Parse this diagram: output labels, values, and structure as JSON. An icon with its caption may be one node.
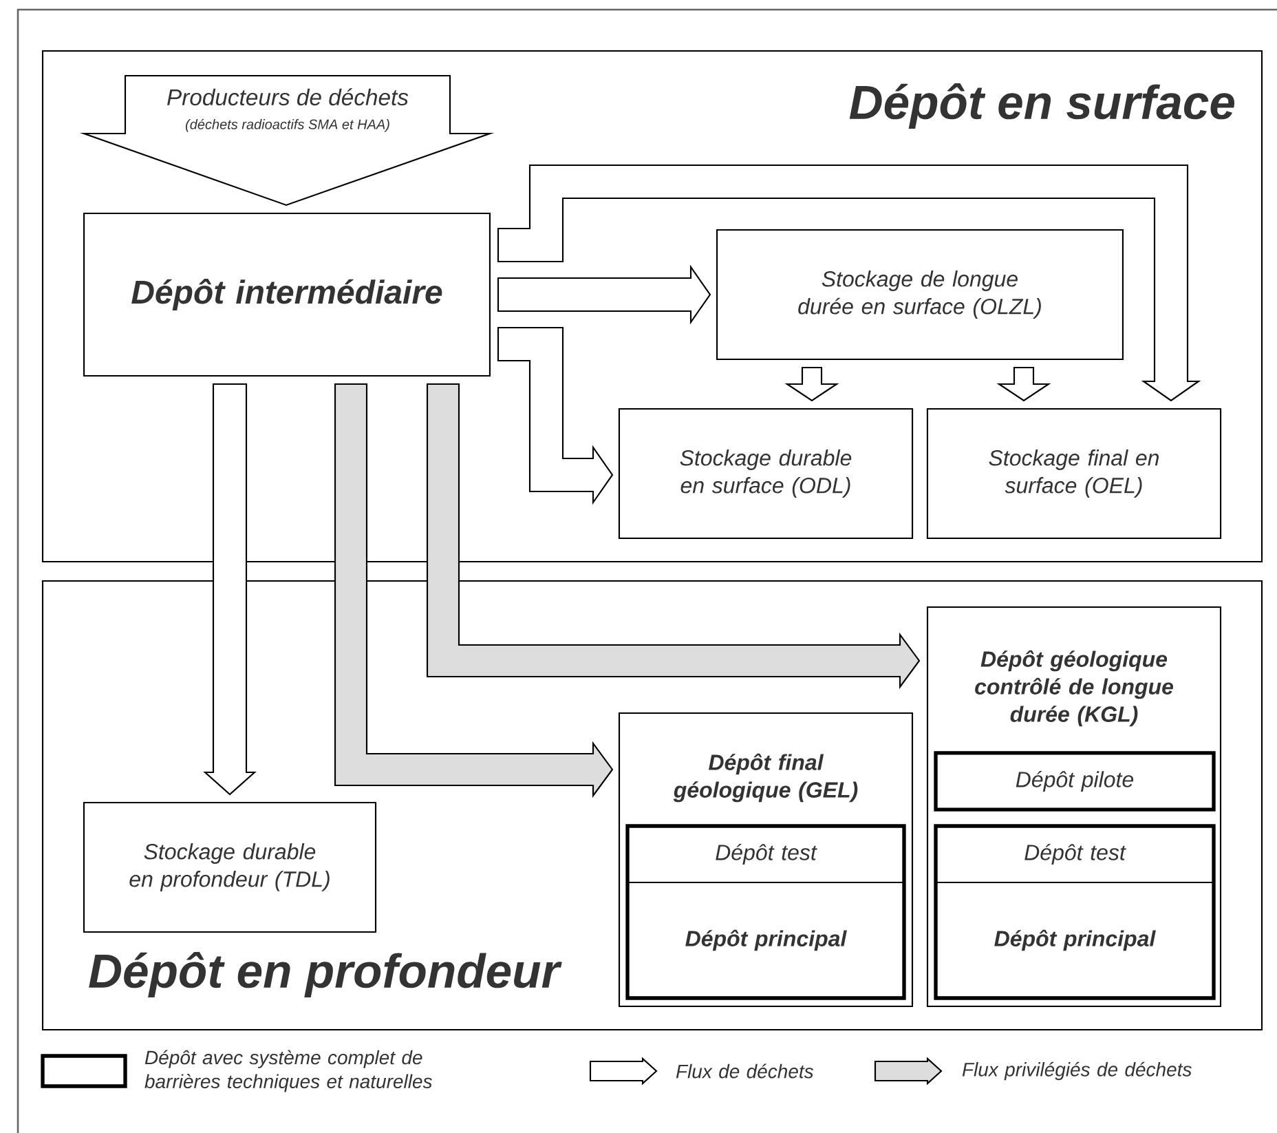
{
  "diagram": {
    "nodes": [
      {
        "text": [
          "Dépôt en surface"
        ]
      },
      {
        "text": [
          "Producteurs de déchets",
          "(déchets radioactifs SMA et HAA)"
        ],
        "in": 0
      },
      {
        "text": [
          "Dépôt intermédiaire"
        ],
        "in": 0
      },
      {
        "text": [
          "Stockage de longue durée en surface (OLZL)"
        ],
        "in": 0
      },
      {
        "text": [
          "Stockage durable en surface (ODL)"
        ],
        "in": 0
      },
      {
        "text": [
          "Stockage final en surface (OEL)"
        ],
        "in": 0
      },
      {
        "text": [
          "Dépôt en profondeur"
        ]
      },
      {
        "text": [
          "Stockage durable en profondeur (TDL)"
        ],
        "in": 6
      },
      {
        "text": [
          "Dépôt final géologique (GEL)"
        ],
        "in": 6
      },
      {
        "text": [
          "Dépôt test"
        ],
        "in": 8
      },
      {
        "text": [
          "Dépôt principal"
        ],
        "in": 8
      },
      {
        "text": [
          "Dépôt géologique contrôlé de longue durée (KGL)"
        ],
        "in": 6
      },
      {
        "text": [
          "Dépôt pilote"
        ],
        "in": 11
      },
      {
        "text": [
          "Dépôt test"
        ],
        "in": 11
      },
      {
        "text": [
          "Dépôt principal"
        ],
        "in": 11
      }
    ],
    "edges": [
      {
        "from": 2,
        "to": 3,
        "arrow": "to"
      },
      {
        "from": 2,
        "to": 4,
        "arrow": "to"
      },
      {
        "from": 2,
        "to": 5,
        "arrow": "to"
      },
      {
        "from": 3,
        "to": 4,
        "arrow": "to"
      },
      {
        "from": 3,
        "to": 5,
        "arrow": "to"
      },
      {
        "from": 2,
        "to": 7,
        "arrow": "to"
      },
      {
        "from": 2,
        "to": 8,
        "arrow": "to",
        "color": "#dddddd"
      },
      {
        "from": 2,
        "to": 11,
        "arrow": "to",
        "color": "#dddddd"
      }
    ],
    "legend": [
      {
        "text": "Dépôt avec système complet de barrières techniques et naturelles"
      },
      {
        "text": "Flux de déchets"
      },
      {
        "text": "Flux privilégiés de déchets",
        "color": "#dddddd"
      }
    ]
  }
}
